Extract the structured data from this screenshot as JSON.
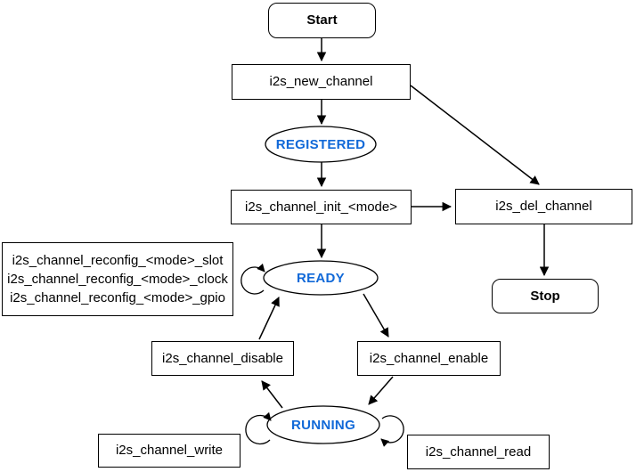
{
  "colors": {
    "state_text": "#1169D8",
    "line": "#000000",
    "node_fill": "#FFFFFF",
    "node_border": "#000000"
  },
  "nodes": {
    "start": {
      "label": "Start"
    },
    "new_channel": {
      "label": "i2s_new_channel"
    },
    "registered": {
      "label": "REGISTERED"
    },
    "init": {
      "label": "i2s_channel_init_<mode>"
    },
    "del_channel": {
      "label": "i2s_del_channel"
    },
    "stop": {
      "label": "Stop"
    },
    "ready": {
      "label": "READY"
    },
    "reconfig": {
      "lines": [
        "i2s_channel_reconfig_<mode>_slot",
        "i2s_channel_reconfig_<mode>_clock",
        "i2s_channel_reconfig_<mode>_gpio"
      ]
    },
    "disable": {
      "label": "i2s_channel_disable"
    },
    "enable": {
      "label": "i2s_channel_enable"
    },
    "running": {
      "label": "RUNNING"
    },
    "write": {
      "label": "i2s_channel_write"
    },
    "read": {
      "label": "i2s_channel_read"
    }
  }
}
